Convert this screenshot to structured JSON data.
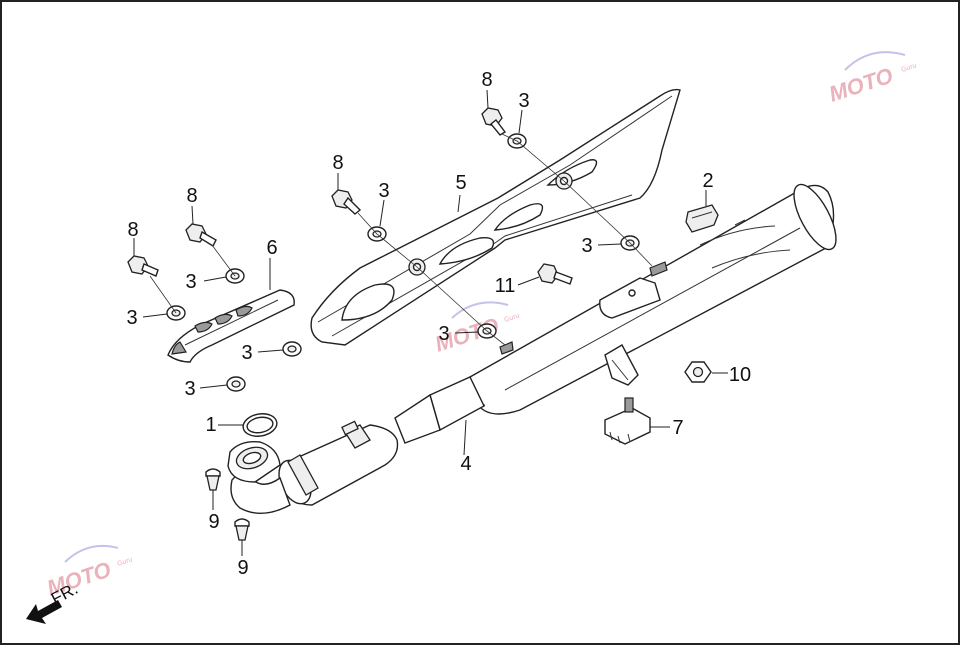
{
  "diagram": {
    "callouts": {
      "c1": "1",
      "c2": "2",
      "c3a": "3",
      "c3b": "3",
      "c3c": "3",
      "c3d": "3",
      "c3e": "3",
      "c3f": "3",
      "c3g": "3",
      "c3h": "3",
      "c4": "4",
      "c5": "5",
      "c6": "6",
      "c7": "7",
      "c8a": "8",
      "c8b": "8",
      "c8c": "8",
      "c8d": "8",
      "c9a": "9",
      "c9b": "9",
      "c10": "10",
      "c11": "11"
    },
    "direction_label": "FR.",
    "watermark": {
      "brand": "MOTO",
      "sub": "Guru"
    },
    "colors": {
      "line": "#222222",
      "watermark": "#e39aa6",
      "frame": "#222222"
    }
  }
}
